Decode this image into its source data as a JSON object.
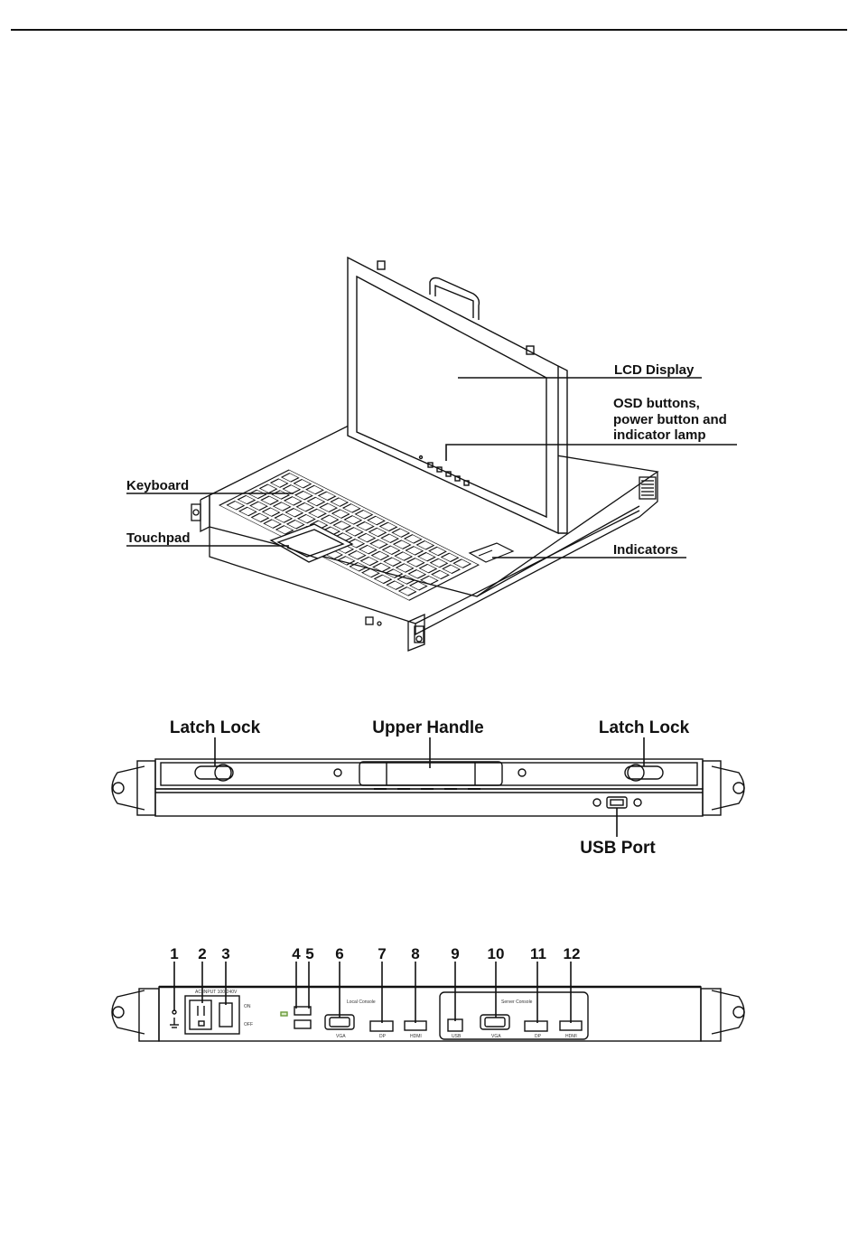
{
  "top_view": {
    "callouts": {
      "lcd_display": "LCD Display",
      "osd_line1": "OSD buttons,",
      "osd_line2": "power button and",
      "osd_line3": "indicator lamp",
      "keyboard": "Keyboard",
      "touchpad": "Touchpad",
      "indicators": "Indicators"
    }
  },
  "front_view": {
    "callouts": {
      "latch_lock_left": "Latch Lock",
      "upper_handle": "Upper Handle",
      "latch_lock_right": "Latch Lock",
      "usb_port": "USB Port"
    }
  },
  "rear_view": {
    "port_numbers": [
      "1",
      "2",
      "3",
      "4",
      "5",
      "6",
      "7",
      "8",
      "9",
      "10",
      "11",
      "12"
    ],
    "panel_text": {
      "ac_input": "AC INPUT  100-240V",
      "on": "ON",
      "off": "OFF",
      "local_console": "Local Console",
      "server_console": "Server Console",
      "vga_local": "VGA",
      "dp_local": "DP",
      "hdmi_local": "HDMI",
      "usb_server": "USB",
      "vga_server": "VGA",
      "dp_server": "DP",
      "hdmi_server": "HDMI"
    }
  }
}
